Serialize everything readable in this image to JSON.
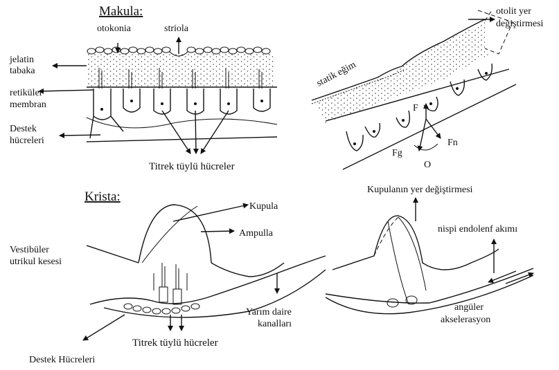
{
  "makula": {
    "title": "Makula:",
    "otokonia": "otokonia",
    "striola": "striola",
    "jelatin_1": "jelatin",
    "jelatin_2": "tabaka",
    "retikuler_1": "retiküler",
    "retikuler_2": "membran",
    "destek_1": "Destek",
    "destek_2": "hücreleri",
    "titrek": "Titrek tüylü hücreler",
    "otolit_1": "otolit yer",
    "otolit_2": "değiştirmesi",
    "statik": "statik eğim",
    "f": "F",
    "fn": "Fn",
    "fg": "Fg",
    "o": "O"
  },
  "krista": {
    "title": "Krista:",
    "kupula": "Kupula",
    "ampulla": "Ampulla",
    "vestibuler_1": "Vestibüler",
    "vestibuler_2": "utrikul kesesi",
    "yarim_1": "Yarım daire",
    "yarim_2": "kanalları",
    "titrek": "Titrek tüylü hücreler",
    "destek": "Destek Hücreleri",
    "kupula_yer": "Kupulanın yer değiştirmesi",
    "nispi": "nispi endolenf akımı",
    "angul_1": "angüler",
    "angul_2": "akselerasyon"
  }
}
